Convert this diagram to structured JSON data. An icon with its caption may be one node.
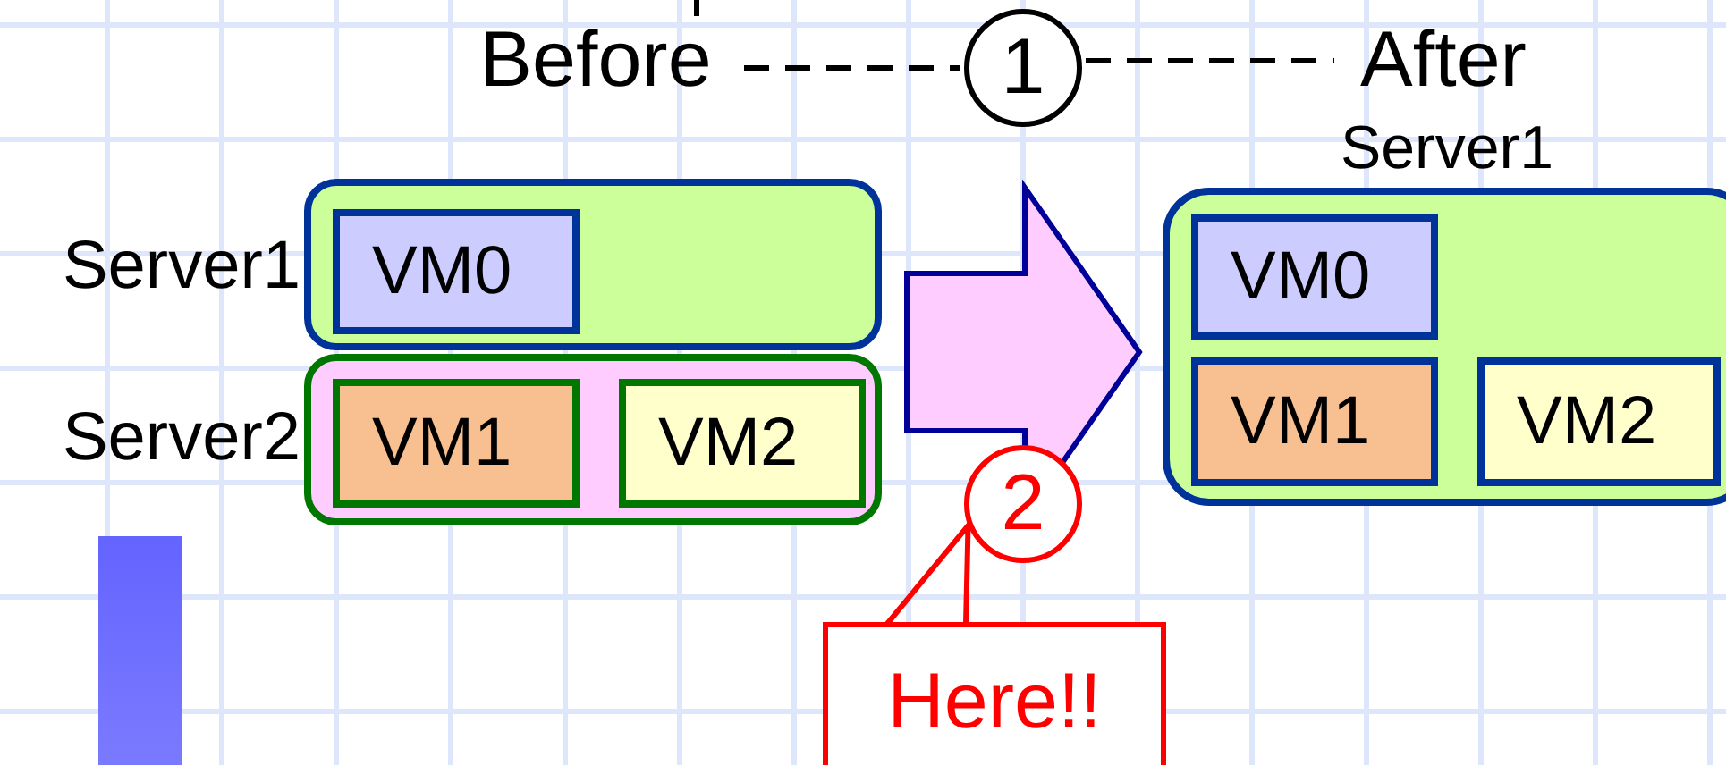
{
  "diagram": {
    "nodes": [
      {
        "text": [
          "Before"
        ]
      },
      {
        "text": [
          "1"
        ]
      },
      {
        "text": [
          "After"
        ]
      },
      {
        "text": [],
        "shape": "box",
        "beside": [
          "Server1"
        ]
      },
      {
        "text": [
          "VM0"
        ],
        "in": 3
      },
      {
        "text": [],
        "shape": "box",
        "beside": [
          "Server2"
        ]
      },
      {
        "text": [
          "VM1"
        ],
        "in": 5
      },
      {
        "text": [
          "VM2"
        ],
        "in": 5
      },
      {
        "text": [],
        "shape": "box",
        "beside": [
          "Server1"
        ]
      },
      {
        "text": [
          "VM0"
        ],
        "in": 8
      },
      {
        "text": [
          "VM1"
        ],
        "in": 8
      },
      {
        "text": [
          "VM2"
        ],
        "in": 8
      },
      {
        "text": [
          "2"
        ]
      },
      {
        "text": [
          "Here!!"
        ]
      }
    ],
    "edges": [
      {
        "from": 0,
        "to": 1,
        "arrow": "none",
        "style": "dashed"
      },
      {
        "from": 1,
        "to": 2,
        "arrow": "none",
        "style": "dashed"
      },
      {
        "from": 3,
        "to": 8,
        "arrow": "to",
        "style": "thick"
      },
      {
        "from": 5,
        "to": 8,
        "arrow": "to",
        "style": "thick"
      },
      {
        "from": 13,
        "to": 12,
        "arrow": "none",
        "color": "#ff0000"
      }
    ]
  }
}
